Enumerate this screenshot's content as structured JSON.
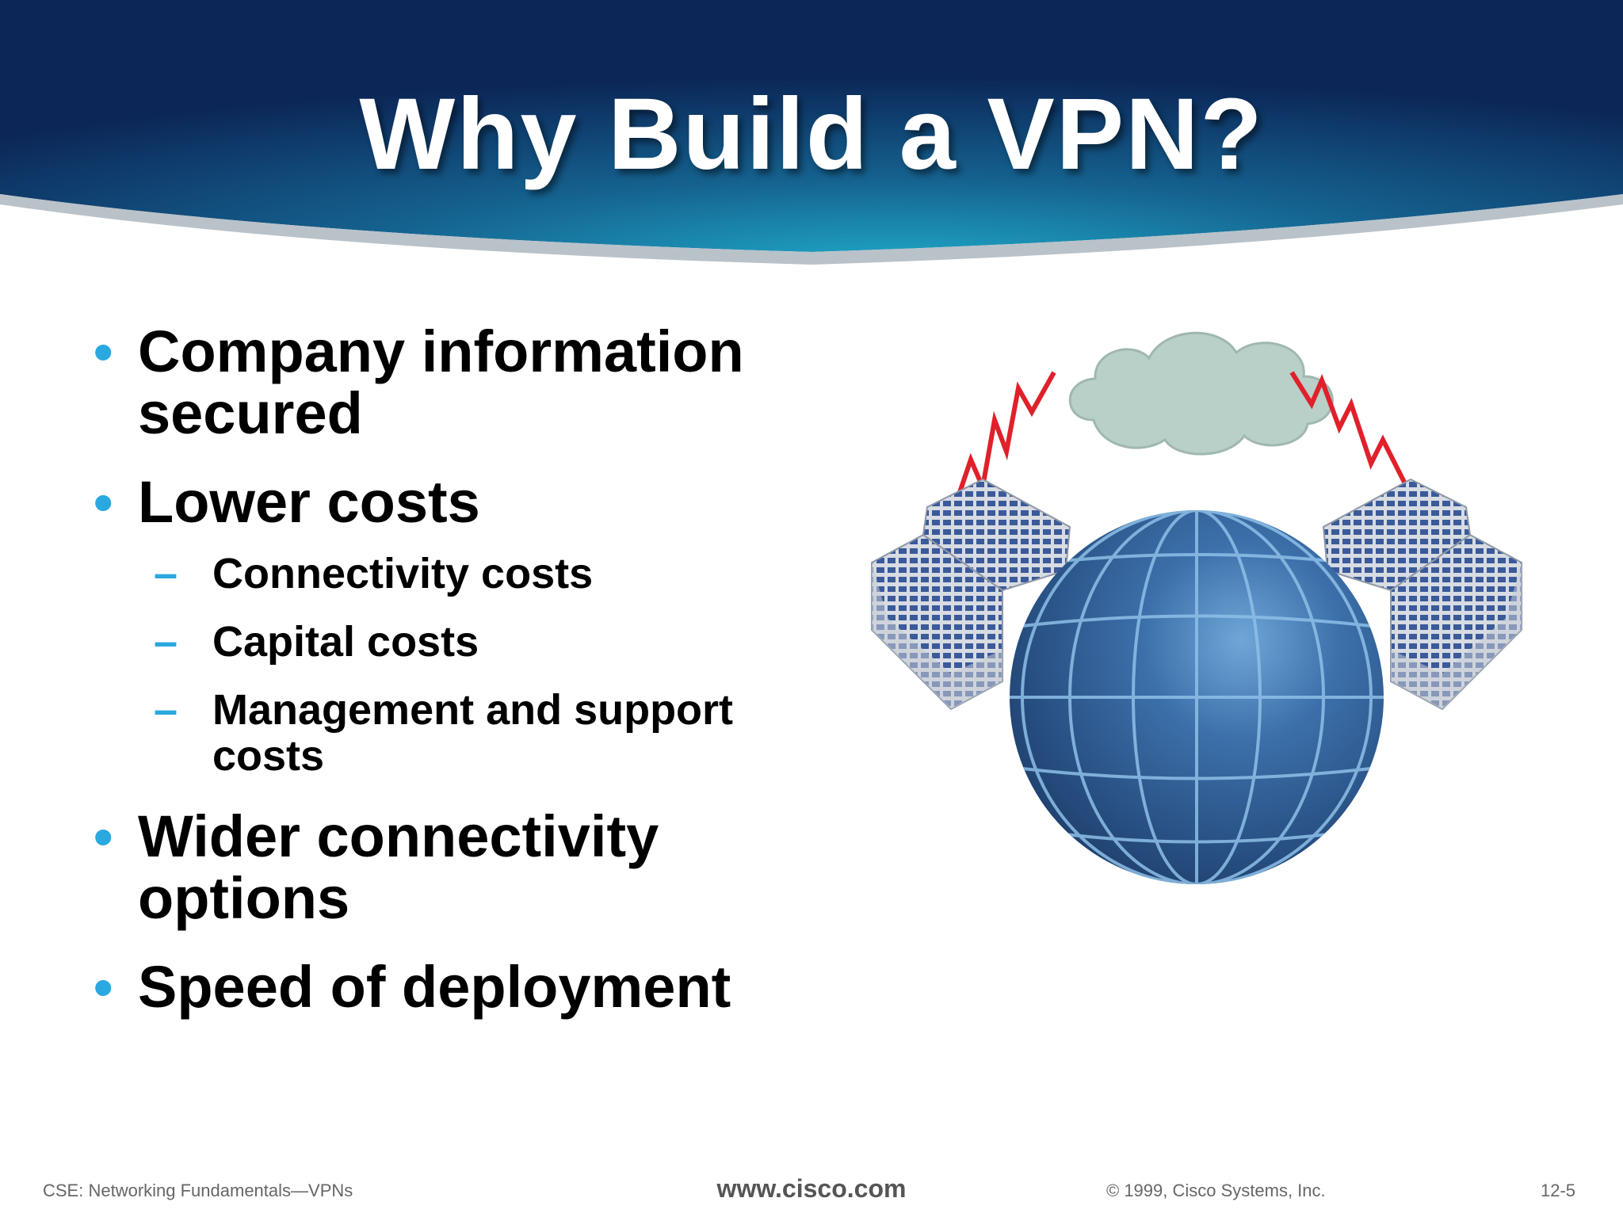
{
  "slide": {
    "title": "Why Build a VPN?",
    "bullets": [
      {
        "text": "Company information secured",
        "subs": []
      },
      {
        "text": "Lower costs",
        "subs": [
          "Connectivity costs",
          "Capital costs",
          "Management and support costs"
        ]
      },
      {
        "text": "Wider connectivity options",
        "subs": []
      },
      {
        "text": "Speed of deployment",
        "subs": []
      }
    ]
  },
  "footer": {
    "course": "CSE: Networking Fundamentals—VPNs",
    "url": "www.cisco.com",
    "copyright": "© 1999, Cisco Systems, Inc.",
    "page": "12-5"
  },
  "colors": {
    "banner_dark": "#0c2a5c",
    "banner_light": "#1d9ec2",
    "bullet_accent": "#2aa8e0",
    "globe": "#2e5a90",
    "cloud": "#b8d0c8",
    "lightning": "#e0202a"
  },
  "icons": [
    "globe-icon",
    "cloud-icon",
    "lightning-icon",
    "building-icon"
  ]
}
